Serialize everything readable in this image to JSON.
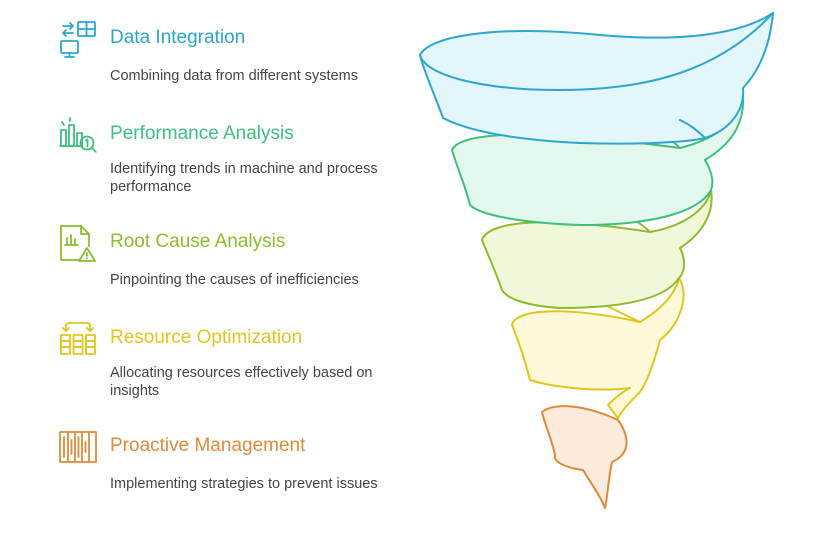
{
  "steps": [
    {
      "title": "Data Integration",
      "description": "Combining data from different systems",
      "icon": "data-integration-icon",
      "color": "#2ba7cf"
    },
    {
      "title": "Performance Analysis",
      "description": "Identifying trends in machine and process performance",
      "icon": "performance-chart-icon",
      "color": "#3cc07f"
    },
    {
      "title": "Root Cause Analysis",
      "description": "Pinpointing the causes of inefficiencies",
      "icon": "warning-report-icon",
      "color": "#8dbb2c"
    },
    {
      "title": "Resource Optimization",
      "description": "Allocating resources effectively based on insights",
      "icon": "resource-allocation-icon",
      "color": "#e2c51b"
    },
    {
      "title": "Proactive Management",
      "description": "Implementing strategies to prevent issues",
      "icon": "strategy-panels-icon",
      "color": "#e08a3a"
    }
  ],
  "funnel_colors": {
    "layer_1": {
      "stroke": "#2ba7cf",
      "fill": "#e3f6fb"
    },
    "layer_2": {
      "stroke": "#3cc07f",
      "fill": "#e4f7ec"
    },
    "layer_3": {
      "stroke": "#8dbb2c",
      "fill": "#f1f8d9"
    },
    "layer_4": {
      "stroke": "#e2c51b",
      "fill": "#fcf8d8"
    },
    "layer_5": {
      "stroke": "#e08a3a",
      "fill": "#fcebdc"
    }
  }
}
